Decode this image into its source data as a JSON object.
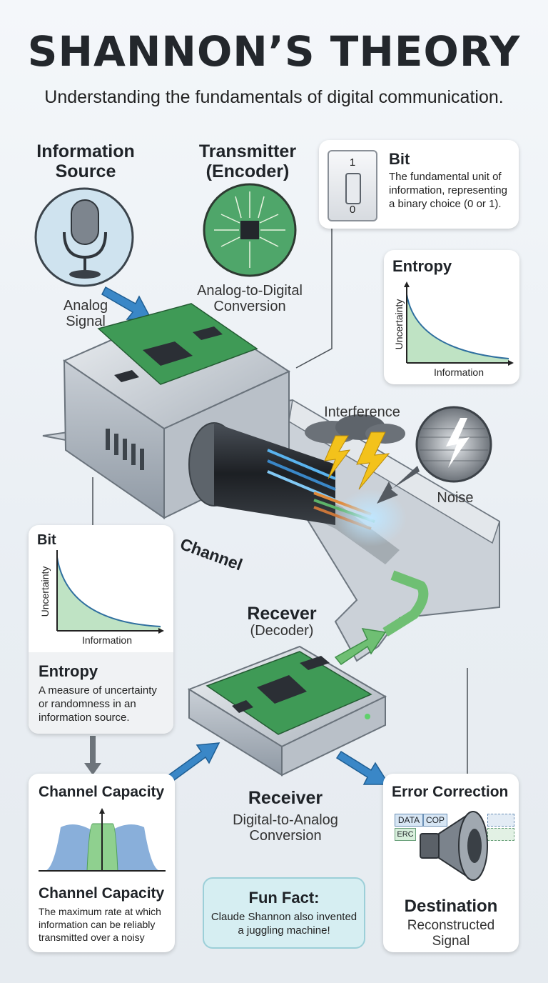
{
  "header": {
    "title": "SHANNON’S THEORY",
    "subtitle": "Understanding the fundamentals of digital communication."
  },
  "source": {
    "title": "Information Source",
    "signal": "Analog Signal"
  },
  "transmitter": {
    "title": "Transmitter (Encoder)",
    "caption": "Analog-to-Digital Conversion"
  },
  "bit_card": {
    "title": "Bit",
    "text": "The fundamental unit of information, representing a binary choice (0 or 1).",
    "switch_top": "1",
    "switch_bottom": "0"
  },
  "entropy_chart": {
    "title": "Entropy",
    "ylabel": "Uncertainty",
    "xlabel": "Information"
  },
  "interference": {
    "label": "Interference",
    "noise_label": "Noise"
  },
  "channel": {
    "label": "Channel"
  },
  "left_card": {
    "chart_title": "Bit",
    "ylabel": "Uncertainty",
    "xlabel": "Information",
    "title": "Entropy",
    "text": "A measure of uncertainty or randomness in an information source."
  },
  "receiver_top": {
    "title": "Recever",
    "subtitle": "(Decoder)"
  },
  "capacity_card": {
    "title": "Channel Capacity",
    "title2": "Channel Capacity",
    "text": "The maximum rate at which information can be reliably transmitted over a noisy"
  },
  "receiver_bottom": {
    "title": "Receiver",
    "caption": "Digital-to-Analog Conversion"
  },
  "fun_fact": {
    "title": "Fun Fact:",
    "text": "Claude Shannon also invented a juggling machine!"
  },
  "error_card": {
    "title": "Error Correction",
    "tags": [
      "DATA",
      "COP",
      "ERC"
    ],
    "destination": "Destination",
    "caption": "Reconstructed Signal"
  },
  "colors": {
    "pcb": "#3f9a56",
    "chip": "#2b2f35",
    "arrow_blue": "#3a87c7",
    "arrow_green": "#6fbf73",
    "curve": "#2f6f9f",
    "curve_fill": "#bfe3c4",
    "device": "#cfd4da",
    "fun_fact_bg": "#d6eef2"
  }
}
